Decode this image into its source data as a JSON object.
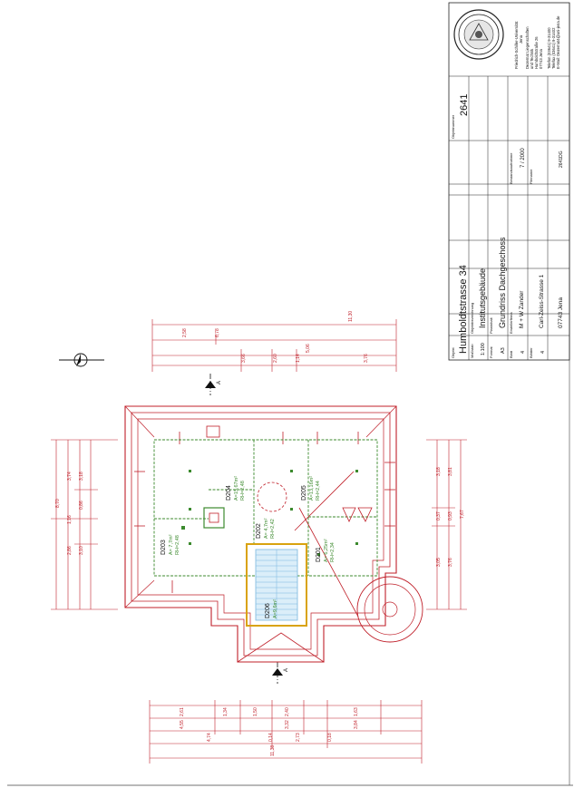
{
  "title_block": {
    "objekt_label": "Objekt",
    "objekt_value": "Humboldtstrasse 34",
    "objektnummer_label": "Objektnummer",
    "objektnummer_value": "2641",
    "massstab_label": "Maßstab",
    "massstab_value": "1:100",
    "objektbezeichnung_label": "Objektbezeichnung",
    "objektbezeichnung_value": "Institutsgebäude",
    "format_label": "Format",
    "format_value": "A3",
    "planinhalt_label": "Planinhalt",
    "planinhalt_value": "Grundriss Dachgeschoss",
    "blatt_label": "Blatt",
    "blatt_value": "4",
    "blaetter_label": "Blätter",
    "blaetter_value": "4",
    "ersteller_label": "Erstellerfirma",
    "ersteller_line1": "M + W Zander",
    "ersteller_line2": "Carl-Zeiss-Strasse 1",
    "ersteller_line3": "07743 Jena",
    "bestand_label": "Bestandsaufnahme",
    "bestand_value": "7 / 2000",
    "filename_label": "Filename",
    "filename_value": "2641DG",
    "university_lines": [
      "Friedrich-Schiller-Universität",
      "Jena",
      "Dezernat Liegenschaften",
      "und Technik",
      "Humboldtstraße 26",
      "07743 Jena",
      "Telefon (03641) 9-31400",
      "Telefax (03641) 9-31402",
      "E-Mail: Dezernat4@uni-jena.de"
    ]
  },
  "rooms": [
    {
      "id": "D203",
      "area": "A= 7,7m²",
      "height": "RH=2,48"
    },
    {
      "id": "D204",
      "area": "A=15,67m²",
      "height": "RH=2,48"
    },
    {
      "id": "D205",
      "area": "A=13,16m²",
      "height": "RH=2,44"
    },
    {
      "id": "D201",
      "area": "A= 6,25m²",
      "height": "RH=2,34"
    },
    {
      "id": "D202",
      "area": "A= 4,7m²",
      "height": "RH=2,42"
    },
    {
      "id": "D206",
      "area": "A=9,6m²",
      "height": ""
    }
  ],
  "section_markers": {
    "top": "A",
    "bottom": "A"
  },
  "dimensions": {
    "top_total": "11,30",
    "top_upper": [
      "6,78",
      "2,58"
    ],
    "top_lower": [
      "5,06",
      "3,76",
      "1,14",
      "2,60",
      "3,66"
    ],
    "left_total": "8,70",
    "left_chain": [
      "2,86",
      "3,10",
      "1,16",
      "0,86",
      "3,74",
      "3,18"
    ],
    "right_chain": [
      "3,18",
      "3,81",
      "7,67",
      "3,76",
      "3,05"
    ],
    "right_small": [
      "0,37",
      "0,93"
    ],
    "bottom_total": "11,38",
    "bottom_chain": [
      "2,61",
      "1,34",
      "1,50",
      "2,40",
      "1,63"
    ],
    "bottom_mid": [
      "4,55",
      "3,32",
      "3,84"
    ],
    "bottom_low": [
      "4,74",
      "2,73",
      "0,18",
      "0,14"
    ]
  },
  "colors": {
    "wall": "#c0202a",
    "dim": "#c0202a",
    "inner": "#3c8a2e",
    "stair": "#7ab8e0",
    "ink": "#111111"
  }
}
